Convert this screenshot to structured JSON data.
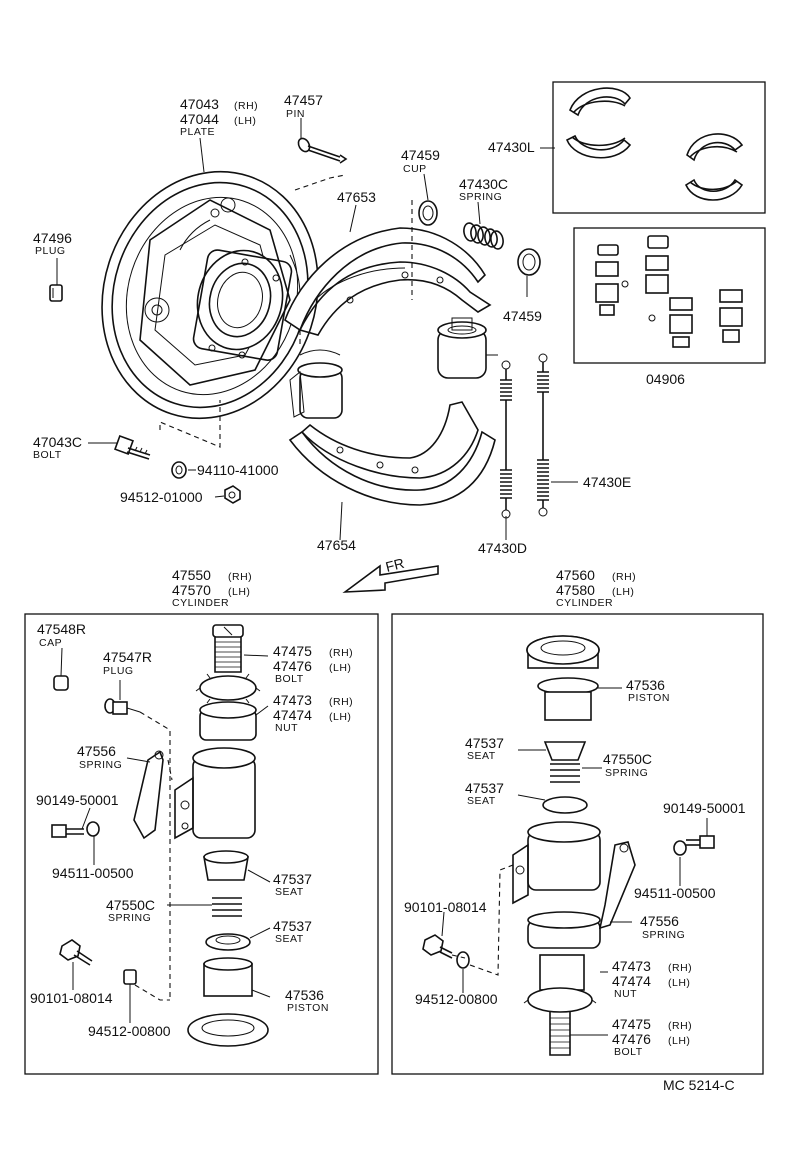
{
  "diagram_ref": "MC 5214-C",
  "direction_label": "FR",
  "upper": {
    "plate": {
      "rh": "47043",
      "rh_tag": "(RH)",
      "lh": "47044",
      "lh_tag": "(LH)",
      "name": "PLATE"
    },
    "pin": {
      "part": "47457",
      "name": "PIN"
    },
    "plug": {
      "part": "47496",
      "name": "PLUG"
    },
    "shoe_top": {
      "part": "47653"
    },
    "cup_top": {
      "part": "47459",
      "name": "CUP"
    },
    "cup_right": {
      "part": "47459"
    },
    "spring_c": {
      "part": "47430C",
      "name": "SPRING"
    },
    "shoe_kit": {
      "part": "47430L"
    },
    "cyl_kit": {
      "part": "04906"
    },
    "bolt": {
      "part": "47043C",
      "name": "BOLT"
    },
    "washer": {
      "part": "94110-41000"
    },
    "nut": {
      "part": "94512-01000"
    },
    "shoe_bottom": {
      "part": "47654"
    },
    "spring_d": {
      "part": "47430D"
    },
    "spring_e": {
      "part": "47430E"
    }
  },
  "left_cyl": {
    "title": {
      "rh": "47550",
      "rh_tag": "(RH)",
      "lh": "47570",
      "lh_tag": "(LH)",
      "name": "CYLINDER"
    },
    "cap": {
      "part": "47548R",
      "name": "CAP"
    },
    "plug": {
      "part": "47547R",
      "name": "PLUG"
    },
    "spring_lever": {
      "part": "47556",
      "name": "SPRING"
    },
    "screw": {
      "part": "90149-50001"
    },
    "washer": {
      "part": "94511-00500"
    },
    "bolt2": {
      "part": "90101-08014"
    },
    "washer2": {
      "part": "94512-00800"
    },
    "adj_bolt": {
      "rh": "47475",
      "rh_tag": "(RH)",
      "lh": "47476",
      "lh_tag": "(LH)",
      "name": "BOLT"
    },
    "adj_nut": {
      "rh": "47473",
      "rh_tag": "(RH)",
      "lh": "47474",
      "lh_tag": "(LH)",
      "name": "NUT"
    },
    "seat1": {
      "part": "47537",
      "name": "SEAT"
    },
    "spring": {
      "part": "47550C",
      "name": "SPRING"
    },
    "seat2": {
      "part": "47537",
      "name": "SEAT"
    },
    "piston": {
      "part": "47536",
      "name": "PISTON"
    }
  },
  "right_cyl": {
    "title": {
      "rh": "47560",
      "rh_tag": "(RH)",
      "lh": "47580",
      "lh_tag": "(LH)",
      "name": "CYLINDER"
    },
    "piston": {
      "part": "47536",
      "name": "PISTON"
    },
    "seat1": {
      "part": "47537",
      "name": "SEAT"
    },
    "spring": {
      "part": "47550C",
      "name": "SPRING"
    },
    "seat2": {
      "part": "47537",
      "name": "SEAT"
    },
    "screw": {
      "part": "90149-50001"
    },
    "washer": {
      "part": "94511-00500"
    },
    "bolt2": {
      "part": "90101-08014"
    },
    "washer2": {
      "part": "94512-00800"
    },
    "spring_lever": {
      "part": "47556",
      "name": "SPRING"
    },
    "adj_nut": {
      "rh": "47473",
      "rh_tag": "(RH)",
      "lh": "47474",
      "lh_tag": "(LH)",
      "name": "NUT"
    },
    "adj_bolt": {
      "rh": "47475",
      "rh_tag": "(RH)",
      "lh": "47476",
      "lh_tag": "(LH)",
      "name": "BOLT"
    }
  }
}
